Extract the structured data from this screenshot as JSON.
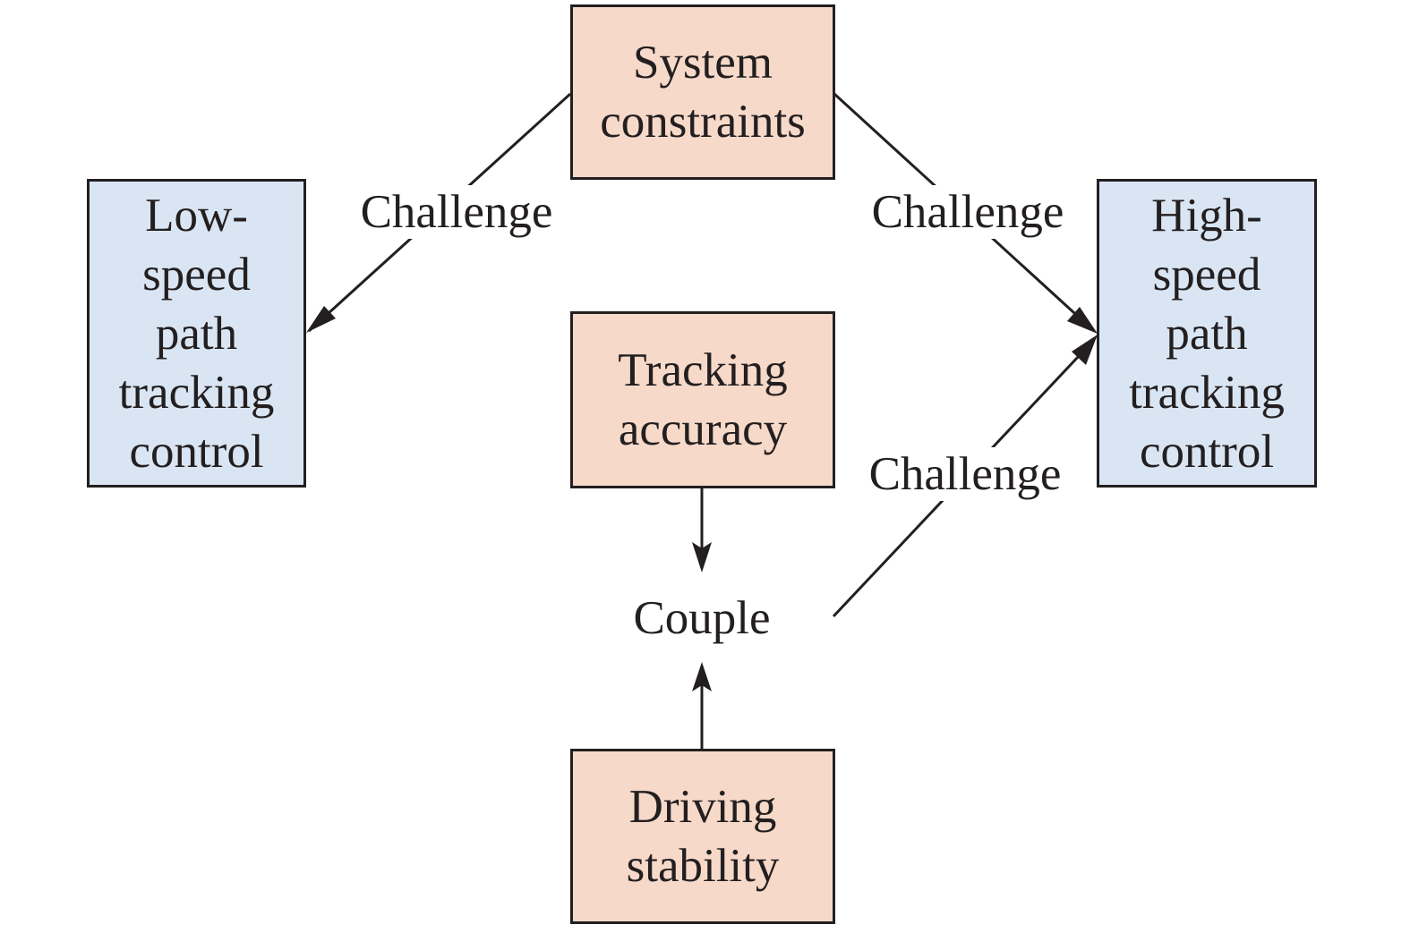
{
  "diagram": {
    "nodes": {
      "system_constraints": {
        "label": "System\nconstraints"
      },
      "low_speed": {
        "label": "Low-\nspeed\npath\ntracking\ncontrol"
      },
      "high_speed": {
        "label": "High-\nspeed\npath\ntracking\ncontrol"
      },
      "tracking_accuracy": {
        "label": "Tracking\naccuracy"
      },
      "driving_stability": {
        "label": "Driving\nstability"
      },
      "couple": {
        "label": "Couple"
      }
    },
    "edges": [
      {
        "from": "system_constraints",
        "to": "low_speed",
        "label": "Challenge"
      },
      {
        "from": "system_constraints",
        "to": "high_speed",
        "label": "Challenge"
      },
      {
        "from": "couple",
        "to": "high_speed",
        "label": "Challenge"
      },
      {
        "from": "tracking_accuracy",
        "to": "couple",
        "label": ""
      },
      {
        "from": "driving_stability",
        "to": "couple",
        "label": ""
      }
    ],
    "colors": {
      "peach_fill": "#f6d9c9",
      "blue_fill": "#d9e5f2",
      "stroke": "#231f20"
    }
  }
}
